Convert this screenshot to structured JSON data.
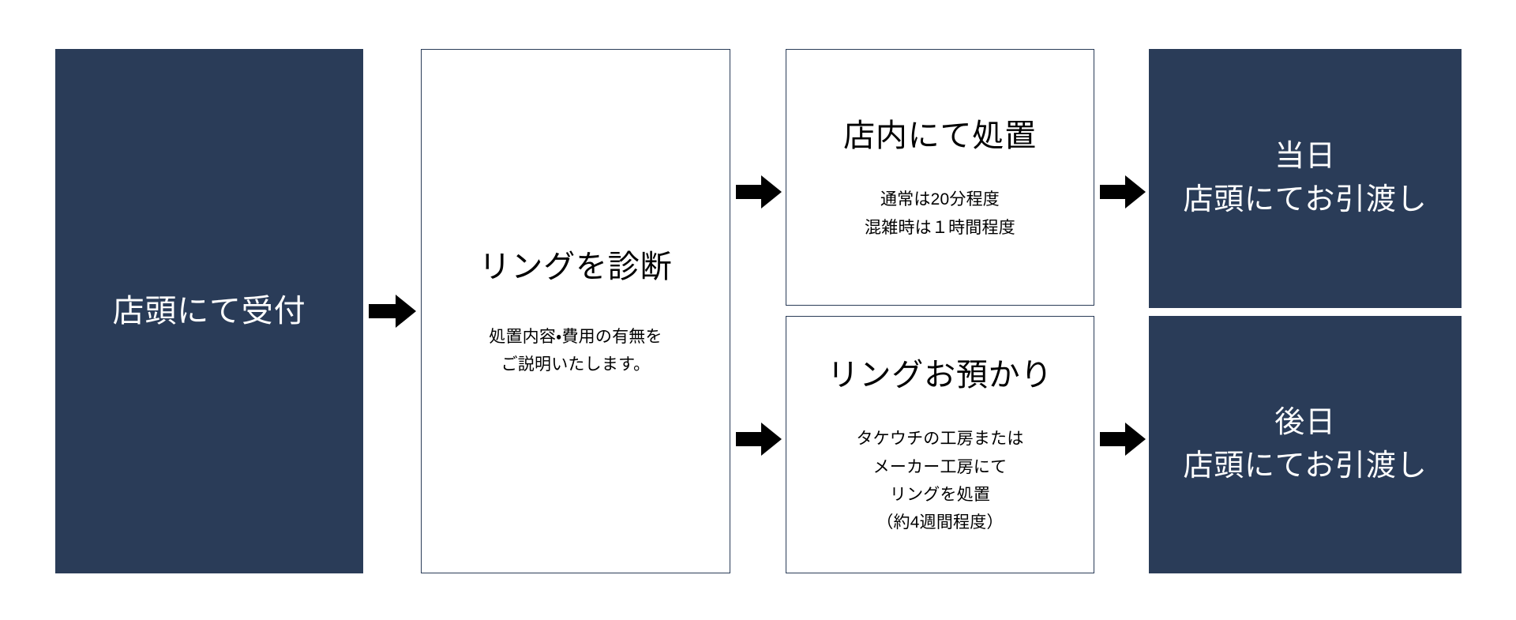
{
  "diagram": {
    "kind": "process-flow",
    "orientation": "left-to-right",
    "colors": {
      "fill_navy": "#2a3c58",
      "outline_navy": "#2a3c58",
      "background": "#ffffff",
      "arrow": "#000000",
      "text_on_navy": "#ffffff",
      "text_on_white": "#000000"
    },
    "nodes": [
      {
        "id": "reception",
        "style": "filled",
        "title": "店頭にて受付",
        "sub_lines": []
      },
      {
        "id": "diagnosis",
        "style": "outlined",
        "title": "リングを診断",
        "sub_lines": [
          "処置内容・費用の有無を",
          "ご説明いたします。"
        ]
      },
      {
        "id": "in-store-treatment",
        "style": "outlined",
        "title": "店内にて処置",
        "sub_lines": [
          "通常は20分程度",
          "混雑時は１時間程度"
        ]
      },
      {
        "id": "ring-custody",
        "style": "outlined",
        "title": "リングお預かり",
        "sub_lines": [
          "タケウチの工房または",
          "メーカー工房にて",
          "リングを処置",
          "（約4週間程度）"
        ]
      },
      {
        "id": "same-day-handover",
        "style": "filled",
        "title_lines": [
          "当日",
          "店頭にてお引渡し"
        ]
      },
      {
        "id": "later-day-handover",
        "style": "filled",
        "title_lines": [
          "後日",
          "店頭にてお引渡し"
        ]
      }
    ],
    "arrows": [
      {
        "id": "arrow-reception-to-diagnosis",
        "from": "reception",
        "to": "diagnosis",
        "direction": "right"
      },
      {
        "id": "arrow-diagnosis-to-in-store",
        "from": "diagnosis",
        "to": "in-store-treatment",
        "direction": "right"
      },
      {
        "id": "arrow-diagnosis-to-custody",
        "from": "diagnosis",
        "to": "ring-custody",
        "direction": "right"
      },
      {
        "id": "arrow-in-store-to-same-day",
        "from": "in-store-treatment",
        "to": "same-day-handover",
        "direction": "right"
      },
      {
        "id": "arrow-custody-to-later-day",
        "from": "ring-custody",
        "to": "later-day-handover",
        "direction": "right"
      }
    ]
  }
}
